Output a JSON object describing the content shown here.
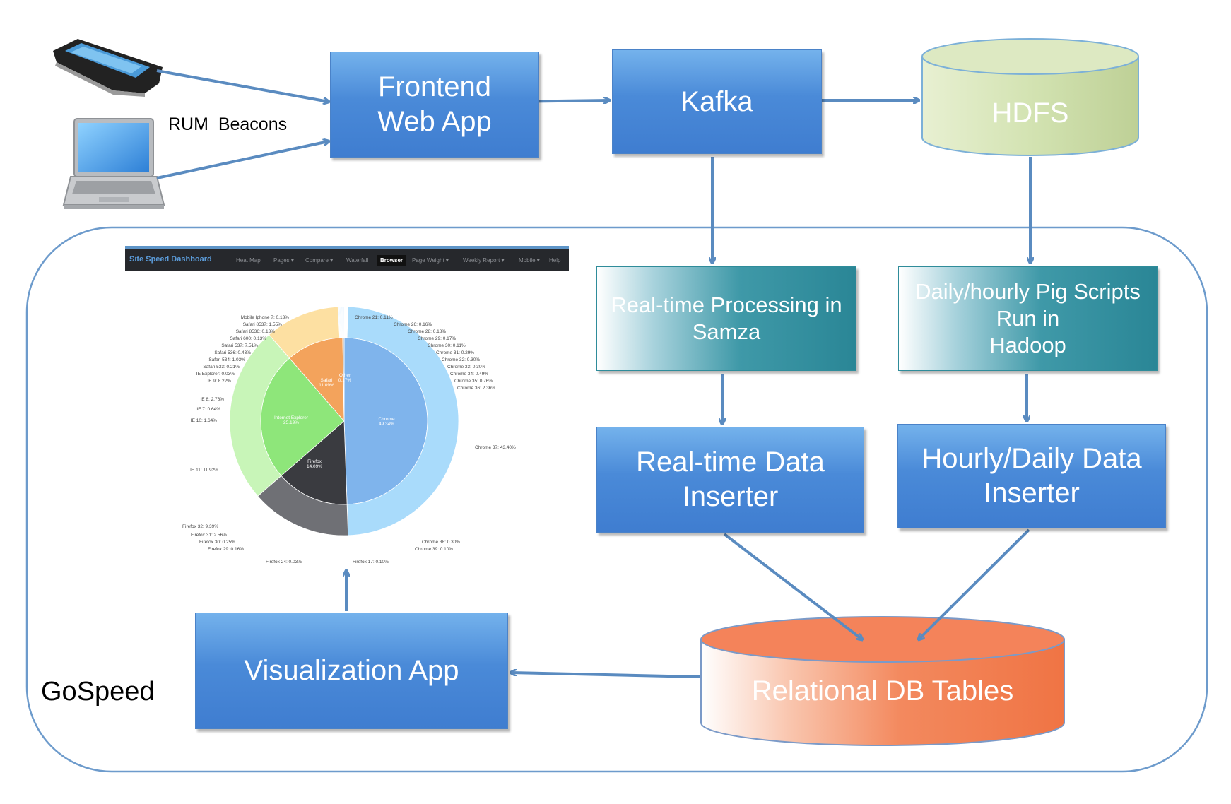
{
  "labels": {
    "rum_beacons": "RUM  Beacons",
    "gospeed": "GoSpeed"
  },
  "boxes": {
    "frontend": [
      "Frontend",
      "Web App"
    ],
    "kafka": "Kafka",
    "hdfs": "HDFS",
    "samza": [
      "Real-time Processing in",
      "Samza"
    ],
    "pig": [
      "Daily/hourly Pig Scripts",
      "Run in",
      "Hadoop"
    ],
    "rt_inserter": [
      "Real-time Data",
      "Inserter"
    ],
    "hd_inserter": [
      "Hourly/Daily Data",
      "Inserter"
    ],
    "relational_db": "Relational DB Tables",
    "visualization": "Visualization App"
  },
  "dashboard": {
    "brand": "Site Speed Dashboard",
    "menu": [
      "Heat Map",
      "Pages ▾",
      "Compare ▾",
      "Waterfall",
      "Browser",
      "Page Weight ▾",
      "Weekly Report ▾",
      "Mobile ▾",
      "Help"
    ],
    "active_menu": "Browser",
    "inner_labels": {
      "chrome": [
        "Chrome",
        "49.34%"
      ],
      "ie": [
        "Internet Explorer",
        "25.19%"
      ],
      "firefox": [
        "Firefox",
        "14.09%"
      ],
      "safari": [
        "Safari",
        "11.09%"
      ],
      "other": [
        "Other",
        "0.17%"
      ]
    },
    "outer_labels_right": [
      "Chrome 21: 0.11%",
      "Chrome 26: 0.16%",
      "Chrome 28: 0.18%",
      "Chrome 29: 0.17%",
      "Chrome 30: 0.11%",
      "Chrome 31: 0.29%",
      "Chrome 32: 0.30%",
      "Chrome 33: 0.30%",
      "Chrome 34: 0.49%",
      "Chrome 35: 0.76%",
      "Chrome 36: 2.36%",
      "Chrome 37: 43.40%",
      "Chrome 38: 0.30%",
      "Chrome 39: 0.10%",
      "Firefox 17: 0.10%"
    ],
    "outer_labels_left": [
      "Mobile Iphone 7: 0.13%",
      "Safari 8537: 1.55%",
      "Safari 8536: 0.13%",
      "Safari 600: 0.13%",
      "Safari 537: 7.51%",
      "Safari 536: 0.43%",
      "Safari 534: 1.03%",
      "Safari 533: 0.21%",
      "IE Explorer: 0.03%",
      "IE 9: 8.22%",
      "IE 8: 2.76%",
      "IE 7: 0.64%",
      "IE 10: 1.64%",
      "IE 11: 11.92%",
      "Firefox 32: 9.39%",
      "Firefox 31: 2.56%",
      "Firefox 30: 0.25%",
      "Firefox 29: 0.16%",
      "Firefox 24: 0.03%"
    ]
  },
  "colors": {
    "box_blue": "#4a8ad8",
    "teal": "#2a8696",
    "hdfs": "#c9dba4",
    "db": "#f0774c",
    "arrow": "#5a8bc0",
    "chrome": "#7fb4ec",
    "chrome_outer": "#a9dbfb",
    "ie": "#8ee67a",
    "ie_outer": "#c8f5b8",
    "firefox": "#3a3b40",
    "firefox_outer": "#6f7075",
    "safari": "#f3a35c",
    "safari_outer": "#fde0a2"
  }
}
